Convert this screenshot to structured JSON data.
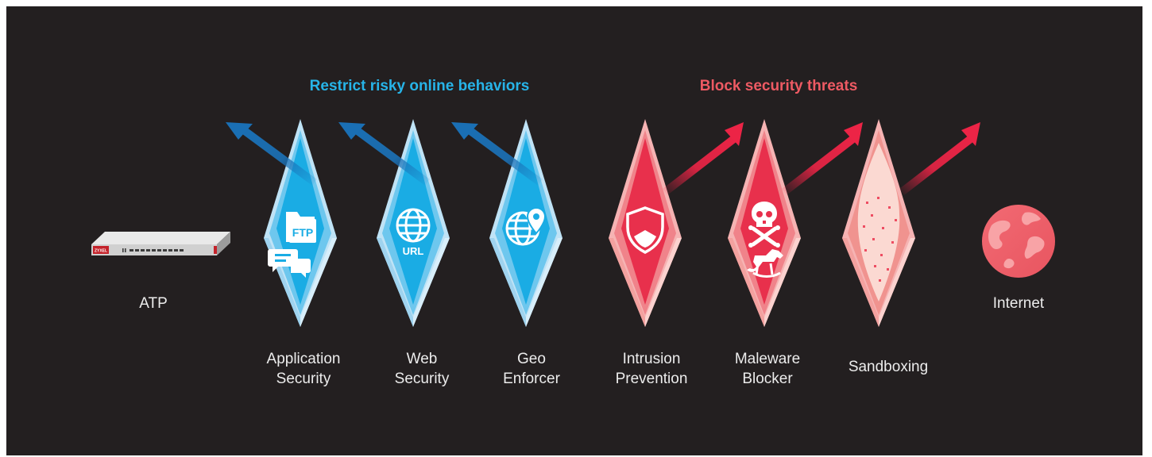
{
  "headings": {
    "restrict": "Restrict risky online behaviors",
    "block": "Block security threats"
  },
  "device": {
    "label": "ATP",
    "brand": "ZYXEL"
  },
  "layers": [
    {
      "line1": "Application",
      "line2": "Security",
      "icon": "ftp-chat-icon",
      "icon_text": "FTP",
      "group": "restrict"
    },
    {
      "line1": "Web",
      "line2": "Security",
      "icon": "url-globe-icon",
      "icon_text": "URL",
      "group": "restrict"
    },
    {
      "line1": "Geo",
      "line2": "Enforcer",
      "icon": "globe-pin-icon",
      "group": "restrict"
    },
    {
      "line1": "Intrusion",
      "line2": "Prevention",
      "icon": "shield-icon",
      "group": "block"
    },
    {
      "line1": "Maleware",
      "line2": "Blocker",
      "icon": "skull-trojan-horse-icon",
      "group": "block"
    },
    {
      "line1": "Sandboxing",
      "line2": "",
      "icon": "sandbox-sand-icon",
      "group": "block"
    }
  ],
  "internet": {
    "label": "Internet",
    "icon": "globe-icon"
  },
  "colors": {
    "background": "#231f20",
    "restrict": "#27b4e8",
    "block": "#ee5a63",
    "blue_arrow": "#1b72b8",
    "red_arrow": "#ec2446"
  }
}
